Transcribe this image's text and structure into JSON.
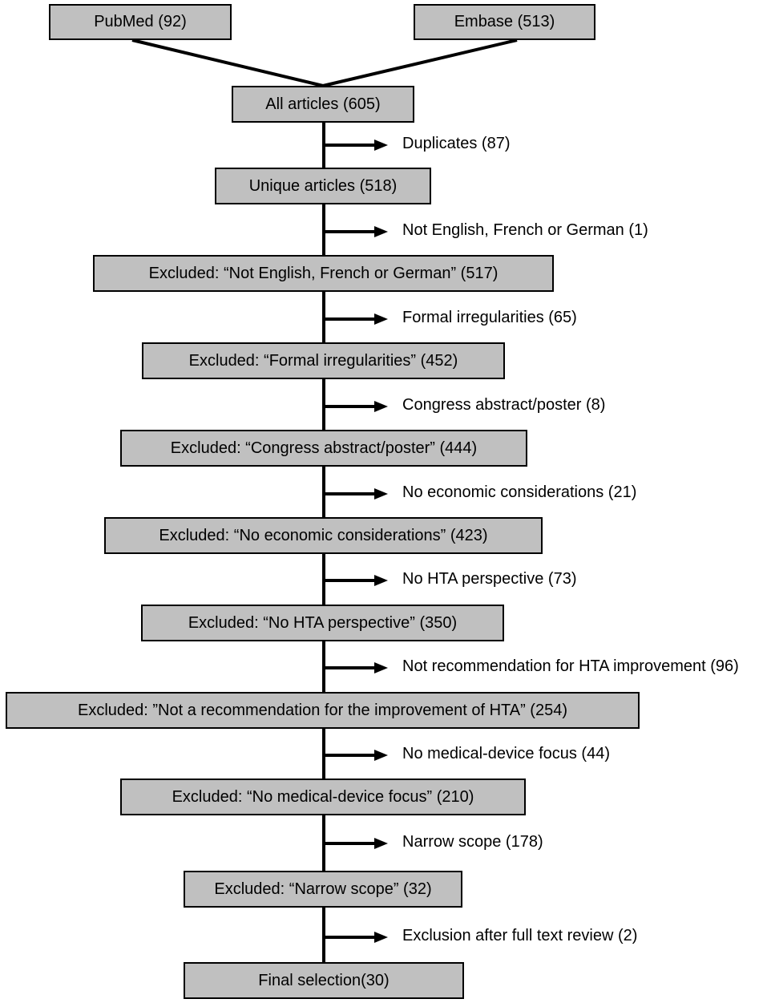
{
  "sources": {
    "pubmed": "PubMed (92)",
    "embase": "Embase (513)"
  },
  "stages": [
    "All articles (605)",
    "Unique articles (518)",
    "Excluded: “Not English, French or German” (517)",
    "Excluded: “Formal irregularities” (452)",
    "Excluded: “Congress abstract/poster” (444)",
    "Excluded: “No economic considerations” (423)",
    "Excluded: “No HTA perspective” (350)",
    "Excluded: ”Not a recommendation for the improvement of HTA” (254)",
    "Excluded: “No medical-device focus” (210)",
    "Excluded: “Narrow scope” (32)",
    "Final selection(30)"
  ],
  "exclusions": [
    "Duplicates (87)",
    "Not English, French or German (1)",
    "Formal irregularities (65)",
    "Congress abstract/poster (8)",
    "No economic considerations (21)",
    "No HTA perspective (73)",
    "Not recommendation for HTA improvement (96)",
    "No medical-device focus (44)",
    "Narrow scope (178)",
    "Exclusion after full text review (2)"
  ],
  "colors": {
    "box_fill": "#c0c0c0",
    "stroke": "#000000"
  }
}
